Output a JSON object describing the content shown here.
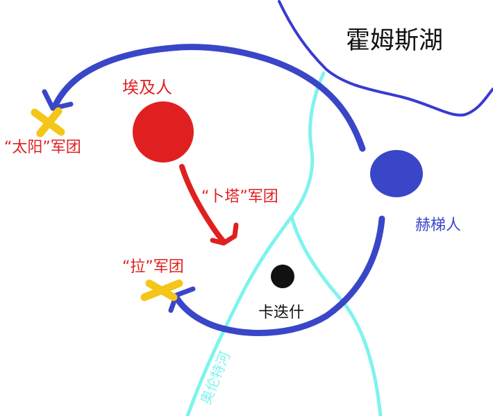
{
  "labels": {
    "lake": "霍姆斯湖",
    "egyptians": "埃及人",
    "sun_legion": "“太阳”军团",
    "ptah_legion": "“卜塔”军团",
    "hittites": "赫梯人",
    "ra_legion": "“拉”军团",
    "kadesh": "卡迭什",
    "river": "奥伦特河"
  },
  "colors": {
    "egyptian": "#e02020",
    "hittite": "#3a46c8",
    "river": "#7ff3ee",
    "legion_marker": "#f5c518",
    "city": "#111111"
  }
}
